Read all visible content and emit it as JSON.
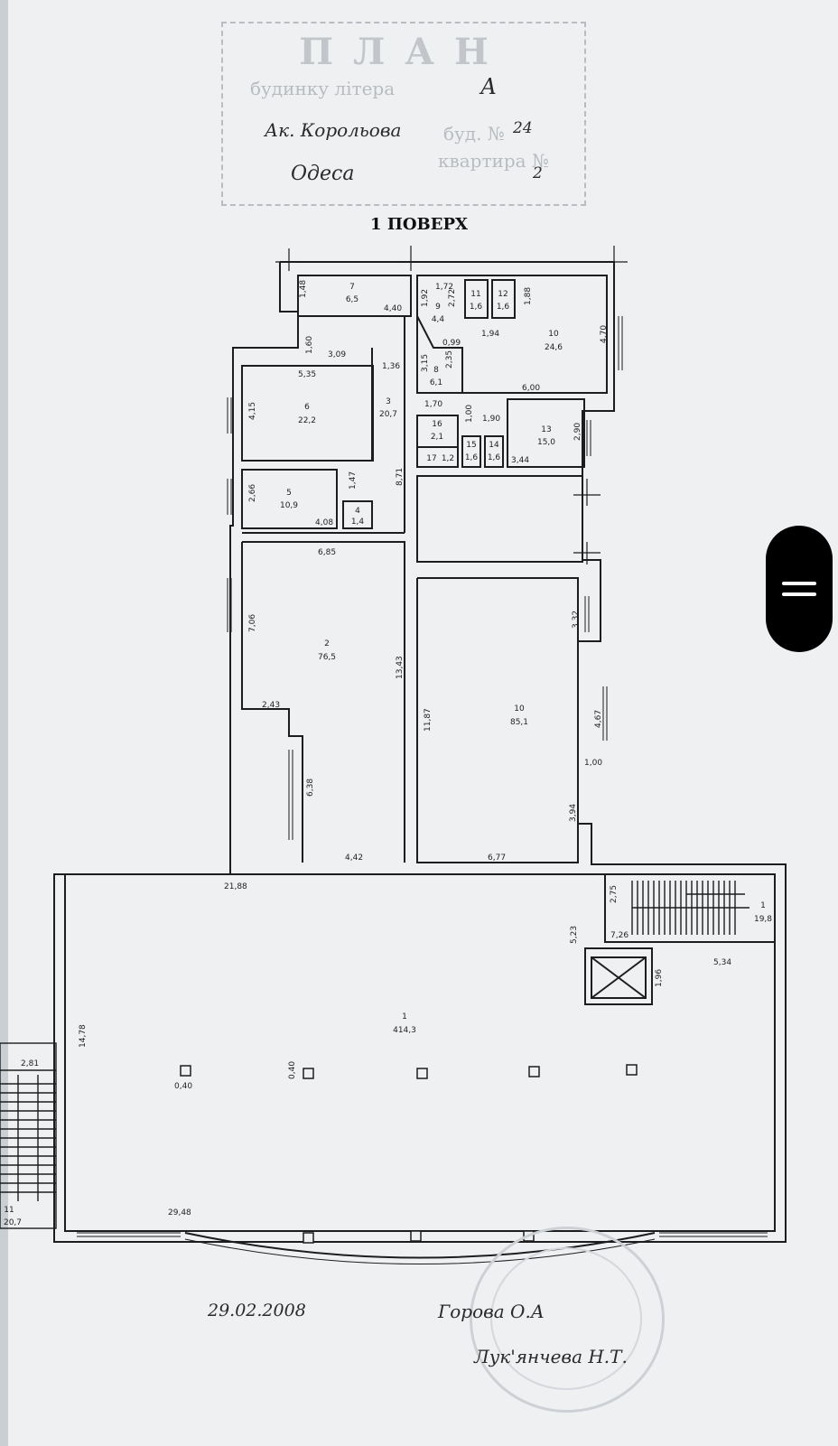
{
  "stamp": {
    "title": "ПЛАН",
    "line1_printed": "будинку літера",
    "line1_hand": "А",
    "line2_hand": "Ак. Корольова",
    "line2_printed": "буд. №",
    "line2_number": "24",
    "line3_hand": "Одеса",
    "line3_printed": "квартира №",
    "line3_number": "2"
  },
  "heading": "1 ПОВЕРХ",
  "rooms": [
    {
      "num": "7",
      "area": "6,5"
    },
    {
      "num": "9",
      "area": "4,4"
    },
    {
      "num": "11",
      "area": "1,6"
    },
    {
      "num": "12",
      "area": "1,6"
    },
    {
      "num": "10",
      "area": "24,6"
    },
    {
      "num": "8",
      "area": "6,1"
    },
    {
      "num": "6",
      "area": "22,2"
    },
    {
      "num": "3",
      "area": "20,7"
    },
    {
      "num": "16",
      "area": "2,1"
    },
    {
      "num": "15",
      "area": "1,6"
    },
    {
      "num": "14",
      "area": "1,6"
    },
    {
      "num": "13",
      "area": "15,0"
    },
    {
      "num": "17",
      "area": "1,2"
    },
    {
      "num": "5",
      "area": "10,9"
    },
    {
      "num": "4",
      "area": "1,4"
    },
    {
      "num": "2",
      "area": "76,5"
    },
    {
      "num": "10",
      "area": "85,1"
    },
    {
      "num": "1",
      "area": "19,8"
    },
    {
      "num": "1",
      "area": "414,3"
    },
    {
      "num": "11",
      "area": "20,7"
    }
  ],
  "dimensions": {
    "d1_48": "1,48",
    "d4_40": "4,40",
    "d1_72": "1,72",
    "d1_92": "1,92",
    "d2_72": "2,72",
    "d1_88": "1,88",
    "d1_94": "1,94",
    "d0_99": "0,99",
    "d4_70": "4,70",
    "d1_60": "1,60",
    "d3_09": "3,09",
    "d1_36": "1,36",
    "d3_15": "3,15",
    "d2_35": "2,35",
    "d5_35": "5,35",
    "d6_00": "6,00",
    "d4_15": "4,15",
    "d1_70": "1,70",
    "d1_00": "1,00",
    "d1_90": "1,90",
    "d2_90": "2,90",
    "d3_44": "3,44",
    "d8_71": "8,71",
    "d2_66": "2,66",
    "d1_47": "1,47",
    "d4_08": "4,08",
    "d6_85": "6,85",
    "d7_06": "7,06",
    "d13_43": "13,43",
    "d2_43": "2,43",
    "d6_38": "6,38",
    "d4_42": "4,42",
    "d11_87": "11,87",
    "d3_32": "3,32",
    "d4_67": "4,67",
    "d1_00b": "1,00",
    "d3_94": "3,94",
    "d6_77": "6,77",
    "d21_88": "21,88",
    "d2_75": "2,75",
    "d5_23": "5,23",
    "d7_26": "7,26",
    "d5_34": "5,34",
    "d1_96": "1,96",
    "d14_78": "14,78",
    "d0_40a": "0,40",
    "d0_40b": "0,40",
    "d2_81": "2,81",
    "d29_48": "29,48"
  },
  "signatures": {
    "date": "29.02.2008",
    "name1": "Горова О.А",
    "name2": "Лук'янчева Н.Т."
  },
  "side_button_icon": "menu-lines-icon"
}
